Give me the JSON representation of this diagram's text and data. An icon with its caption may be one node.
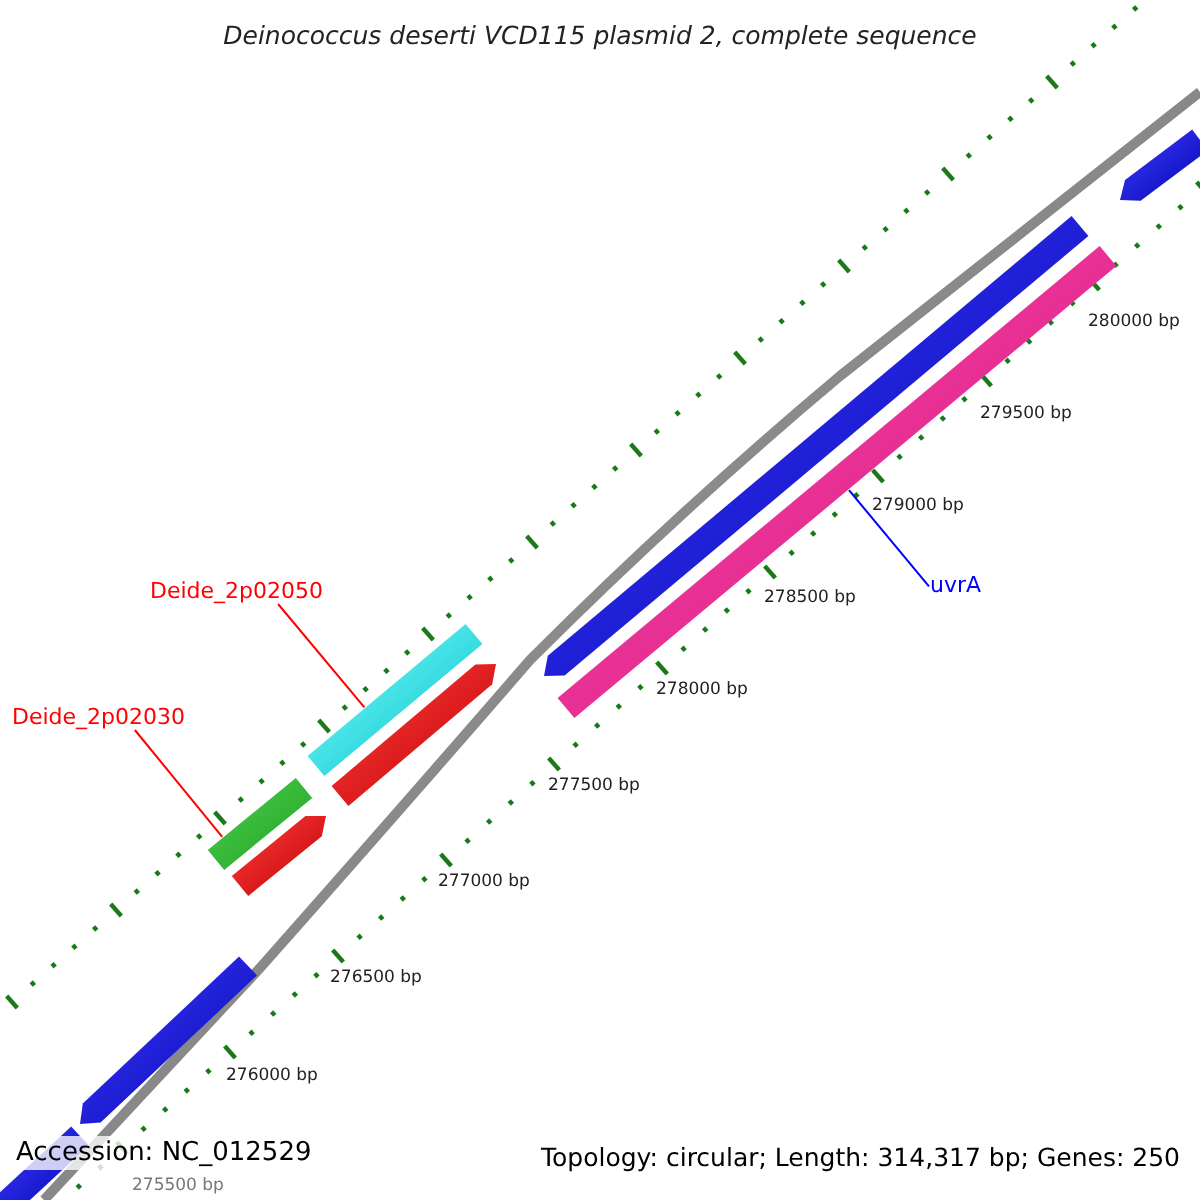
{
  "diagram": {
    "title": "Deinococcus deserti VCD115 plasmid 2, complete sequence",
    "nodes": [
      {
        "text": [
          "Deide_2p02050"
        ]
      },
      {
        "text": [],
        "shape": "bar"
      },
      {
        "text": [
          "Deide_2p02030"
        ]
      },
      {
        "text": [],
        "shape": "bar"
      },
      {
        "text": [
          "uvrA"
        ]
      },
      {
        "text": [],
        "shape": "bar"
      },
      {
        "text": [],
        "shape": "bar"
      },
      {
        "text": [],
        "shape": "bar"
      },
      {
        "text": [],
        "shape": "bar"
      },
      {
        "text": [],
        "shape": "bar"
      },
      {
        "text": [],
        "shape": "bar"
      },
      {
        "text": [],
        "shape": "bar"
      }
    ],
    "edges": [
      {
        "from": 0,
        "to": 1,
        "arrow": "none"
      },
      {
        "from": 2,
        "to": 3,
        "arrow": "none"
      },
      {
        "from": 4,
        "to": 5,
        "arrow": "none",
        "color": "#0000ff"
      }
    ],
    "labels": [
      "280000 bp",
      "279500 bp",
      "279000 bp",
      "278500 bp",
      "278000 bp",
      "277500 bp",
      "277000 bp",
      "276500 bp",
      "276000 bp",
      "275500 bp",
      "Accession: NC_012529",
      "Topology: circular; Length: 314,317 bp; Genes: 250"
    ]
  }
}
